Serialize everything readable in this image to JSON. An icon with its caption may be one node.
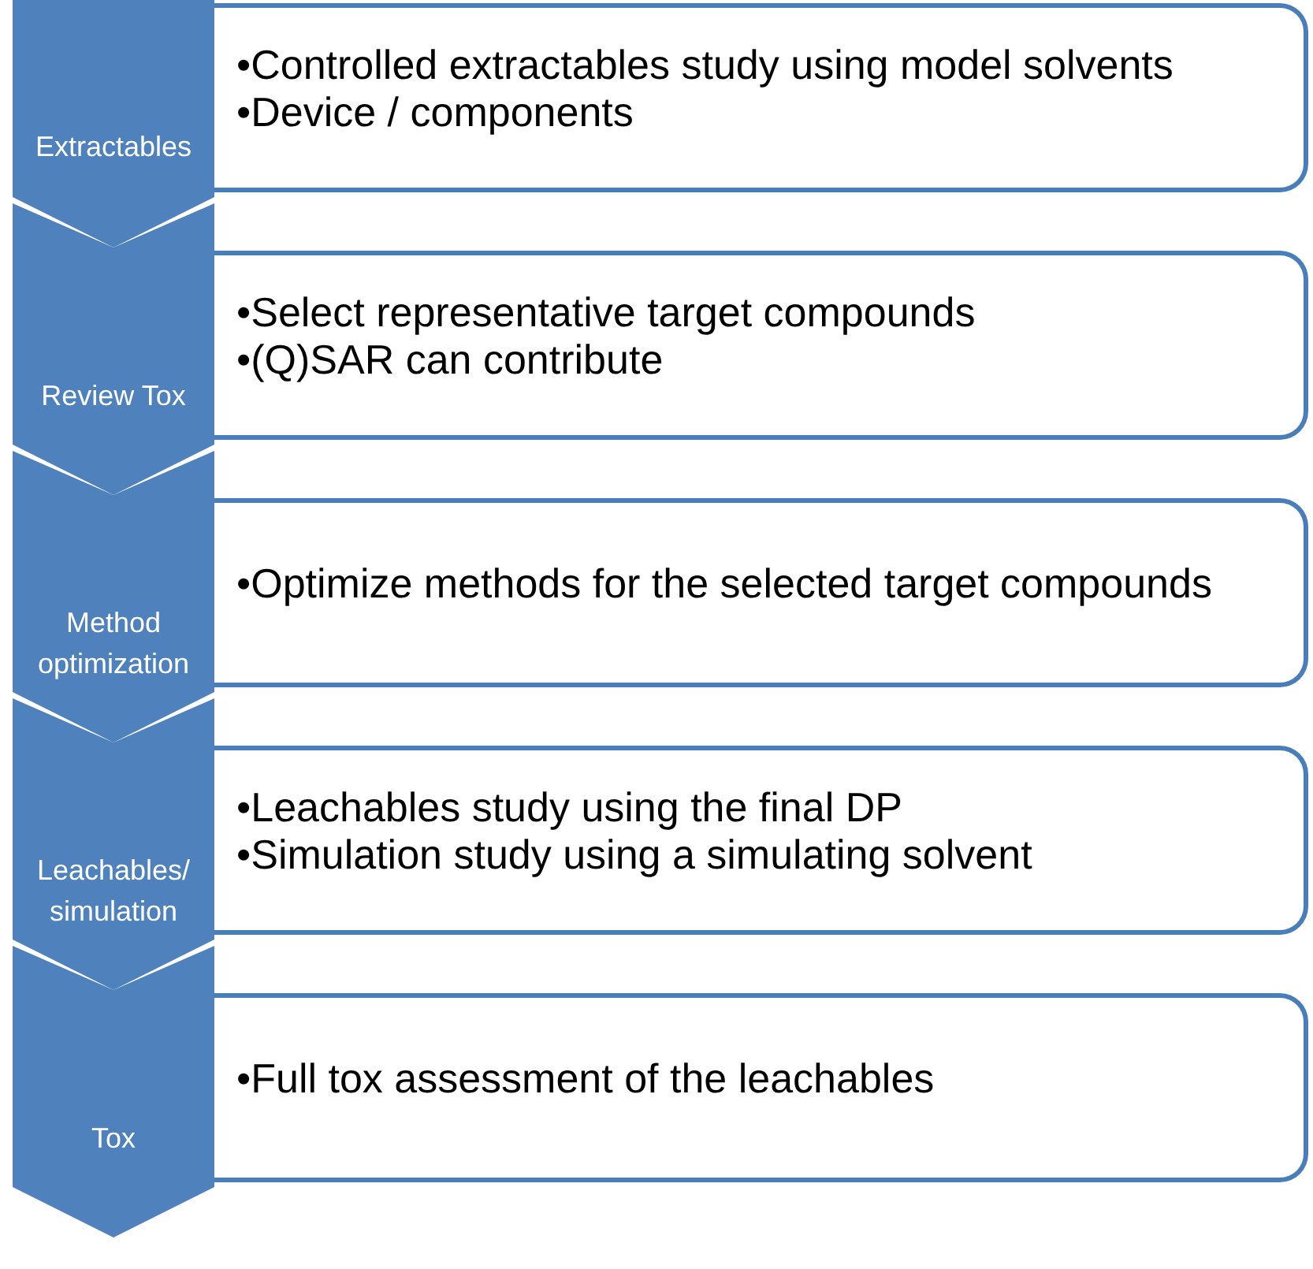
{
  "diagram": {
    "nodes": [
      {
        "text": [
          "Extractables"
        ]
      },
      {
        "text": [
          "•Controlled extractables study using model solvents",
          "•Device / components"
        ]
      },
      {
        "text": [
          "Review Tox"
        ]
      },
      {
        "text": [
          "•Select representative target compounds",
          "•(Q)SAR can contribute"
        ]
      },
      {
        "text": [
          "Method optimization"
        ]
      },
      {
        "text": [
          "•Optimize methods for the selected target compounds"
        ]
      },
      {
        "text": [
          "Leachables/ simulation"
        ]
      },
      {
        "text": [
          "•Leachables study using the final DP",
          "•Simulation study using a simulating solvent"
        ]
      },
      {
        "text": [
          "Tox"
        ]
      },
      {
        "text": [
          "•Full tox assessment of the leachables"
        ]
      }
    ]
  }
}
